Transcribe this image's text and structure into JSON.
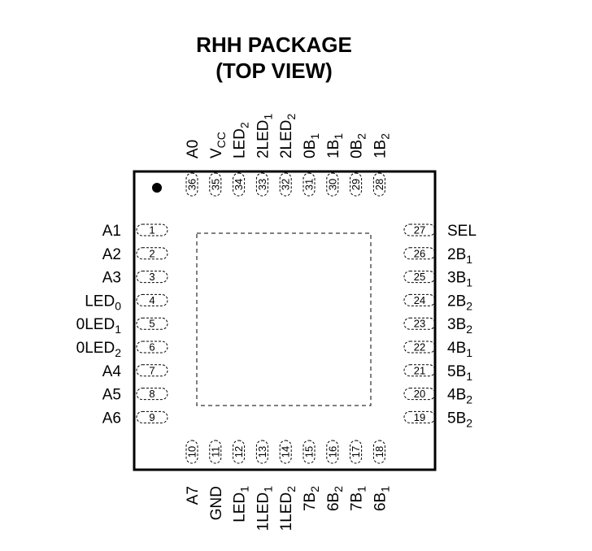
{
  "title": {
    "line1": "RHH PACKAGE",
    "line2": "(TOP VIEW)"
  },
  "pins": {
    "left": [
      {
        "num": "1",
        "name": "A1",
        "sub": ""
      },
      {
        "num": "2",
        "name": "A2",
        "sub": ""
      },
      {
        "num": "3",
        "name": "A3",
        "sub": ""
      },
      {
        "num": "4",
        "name": "LED",
        "sub": "0"
      },
      {
        "num": "5",
        "name": "0LED",
        "sub": "1"
      },
      {
        "num": "6",
        "name": "0LED",
        "sub": "2"
      },
      {
        "num": "7",
        "name": "A4",
        "sub": ""
      },
      {
        "num": "8",
        "name": "A5",
        "sub": ""
      },
      {
        "num": "9",
        "name": "A6",
        "sub": ""
      }
    ],
    "bottom": [
      {
        "num": "10",
        "name": "A7",
        "sub": ""
      },
      {
        "num": "11",
        "name": "GND",
        "sub": ""
      },
      {
        "num": "12",
        "name": "LED",
        "sub": "1"
      },
      {
        "num": "13",
        "name": "1LED",
        "sub": "1"
      },
      {
        "num": "14",
        "name": "1LED",
        "sub": "2"
      },
      {
        "num": "15",
        "name": "7B",
        "sub": "2"
      },
      {
        "num": "16",
        "name": "6B",
        "sub": "2"
      },
      {
        "num": "17",
        "name": "7B",
        "sub": "1"
      },
      {
        "num": "18",
        "name": "6B",
        "sub": "1"
      }
    ],
    "right": [
      {
        "num": "27",
        "name": "SEL",
        "sub": ""
      },
      {
        "num": "26",
        "name": "2B",
        "sub": "1"
      },
      {
        "num": "25",
        "name": "3B",
        "sub": "1"
      },
      {
        "num": "24",
        "name": "2B",
        "sub": "2"
      },
      {
        "num": "23",
        "name": "3B",
        "sub": "2"
      },
      {
        "num": "22",
        "name": "4B",
        "sub": "1"
      },
      {
        "num": "21",
        "name": "5B",
        "sub": "1"
      },
      {
        "num": "20",
        "name": "4B",
        "sub": "2"
      },
      {
        "num": "19",
        "name": "5B",
        "sub": "2"
      }
    ],
    "top": [
      {
        "num": "36",
        "name": "A0",
        "sub": ""
      },
      {
        "num": "35",
        "name": "V",
        "sub": "CC"
      },
      {
        "num": "34",
        "name": "LED",
        "sub": "2"
      },
      {
        "num": "33",
        "name": "2LED",
        "sub": "1"
      },
      {
        "num": "32",
        "name": "2LED",
        "sub": "2"
      },
      {
        "num": "31",
        "name": "0B",
        "sub": "1"
      },
      {
        "num": "30",
        "name": "1B",
        "sub": "1"
      },
      {
        "num": "29",
        "name": "0B",
        "sub": "2"
      },
      {
        "num": "28",
        "name": "1B",
        "sub": "2"
      }
    ]
  }
}
